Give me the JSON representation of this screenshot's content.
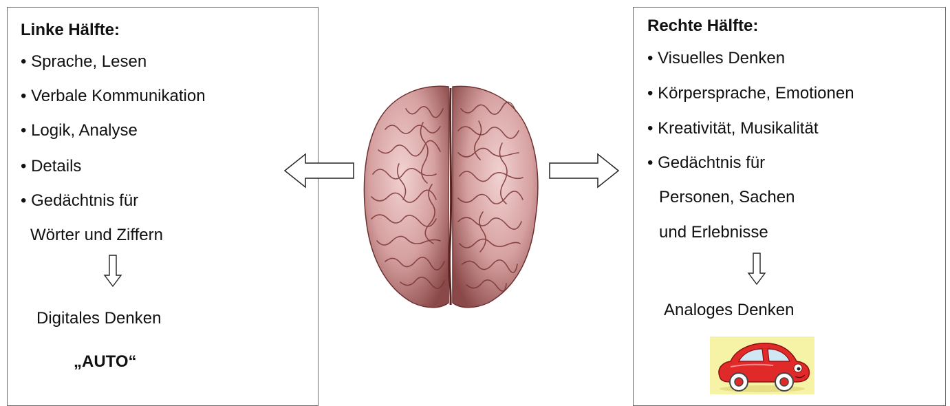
{
  "left": {
    "title": "Linke Hälfte:",
    "items": [
      "• Sprache, Lesen",
      "• Verbale Kommunikation",
      "• Logik, Analyse",
      "• Details",
      "• Gedächtnis für",
      "Wörter und Ziffern"
    ],
    "result": "Digitales Denken",
    "example": "„AUTO“"
  },
  "right": {
    "title": "Rechte Hälfte:",
    "items": [
      "• Visuelles Denken",
      "• Körpersprache, Emotionen",
      "• Kreativität, Musikalität",
      "• Gedächtnis für",
      "Personen, Sachen",
      "und Erlebnisse"
    ],
    "result": "Analoges Denken"
  },
  "icons": {
    "center": "brain-illustration",
    "example": "red-car-cartoon",
    "arrows": [
      "arrow-left-outline",
      "arrow-right-outline",
      "arrow-down-outline"
    ]
  },
  "colors": {
    "brain": "#c98a8a",
    "brain_shadow": "#7a3a3a",
    "car_body": "#e02a2a",
    "car_bg": "#f7f3a6",
    "border": "#6b6b6b"
  }
}
